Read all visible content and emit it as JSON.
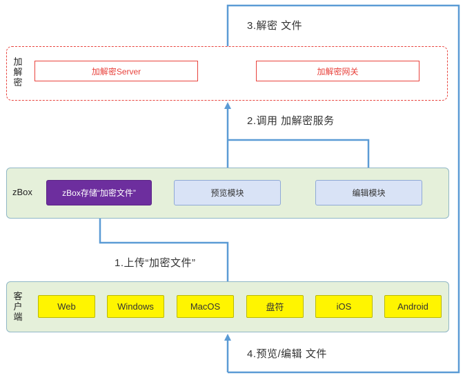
{
  "encryption_layer": {
    "label": "加解密",
    "server": "加解密Server",
    "gateway": "加解密网关"
  },
  "zbox_layer": {
    "label": "zBox",
    "storage": "zBox存储“加密文件”",
    "preview_module": "预览模块",
    "edit_module": "编辑模块"
  },
  "client_layer": {
    "label": "客户端",
    "clients": [
      "Web",
      "Windows",
      "MacOS",
      "盘符",
      "iOS",
      "Android"
    ]
  },
  "steps": {
    "upload": "1.上传“加密文件”",
    "invoke": "2.调用 加解密服务",
    "decrypt": "3.解密 文件",
    "preview_edit": "4.预览/编辑 文件"
  },
  "colors": {
    "arrow": "#5b9bd5",
    "dashed_border": "#e8413b",
    "layer_fill": "#e5f0da",
    "storage_fill": "#6d2e9e",
    "client_fill": "#fff500",
    "module_fill": "#d9e3f6"
  }
}
